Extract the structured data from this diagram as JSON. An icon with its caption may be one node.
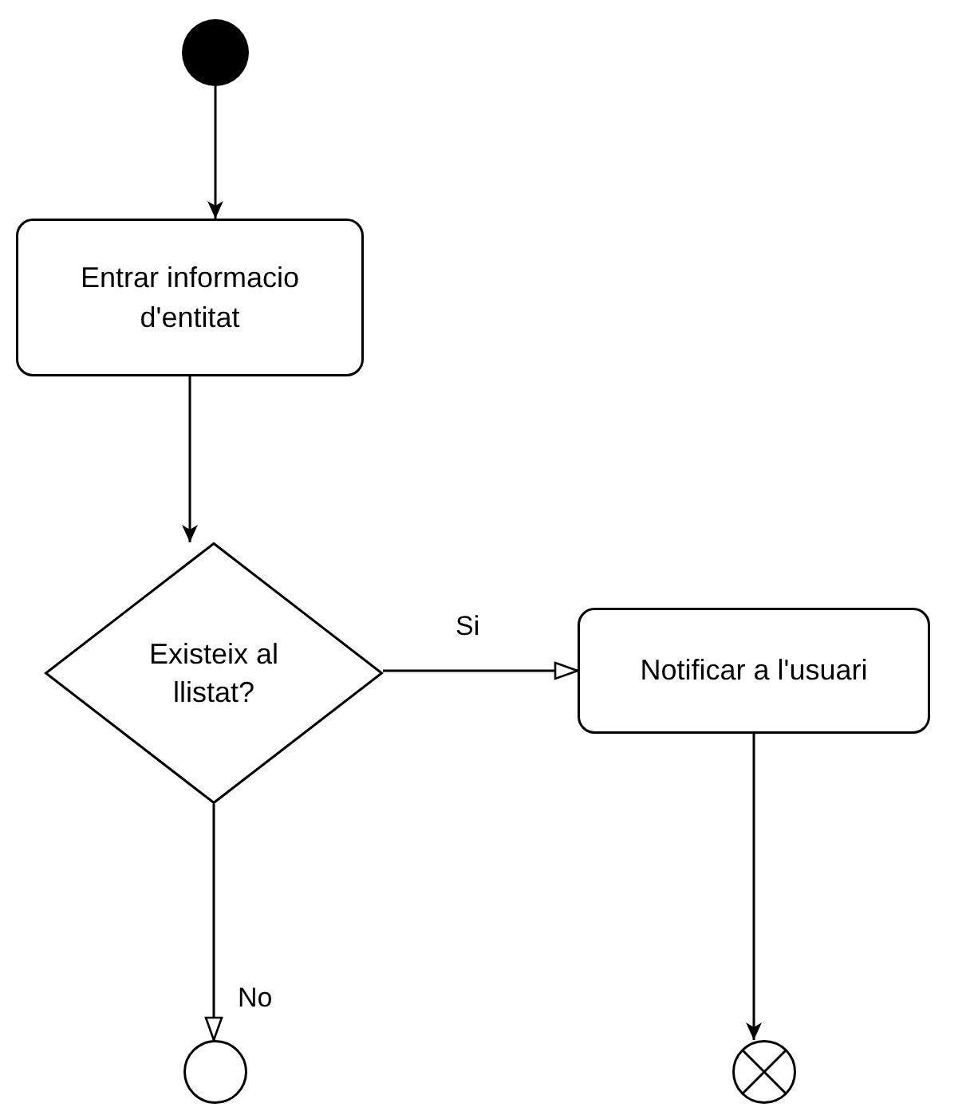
{
  "diagram": {
    "nodes": [
      {
        "text": [],
        "shape": "circle"
      },
      {
        "text": [
          "Entrar informacio d'entitat"
        ]
      },
      {
        "text": [
          "Existeix al llistat?"
        ]
      },
      {
        "text": [
          "Notificar a l'usuari"
        ]
      },
      {
        "text": [],
        "shape": "circle"
      },
      {
        "text": [],
        "shape": "circle"
      }
    ],
    "edges": [
      {
        "from": 0,
        "to": 1,
        "arrow": "to"
      },
      {
        "from": 1,
        "to": 2,
        "arrow": "to"
      },
      {
        "from": 2,
        "to": 3,
        "arrow": "to",
        "label": "Si"
      },
      {
        "from": 2,
        "to": 4,
        "arrow": "to",
        "label": "No"
      },
      {
        "from": 3,
        "to": 5,
        "arrow": "to"
      }
    ]
  }
}
